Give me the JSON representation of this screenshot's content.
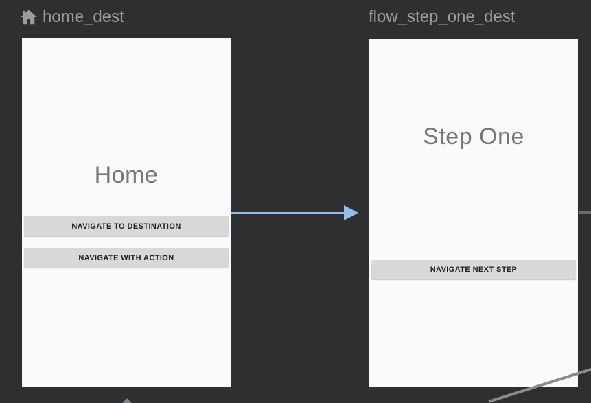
{
  "home": {
    "label": "home_dest",
    "title": "Home",
    "buttons": {
      "navigate_to_destination": "NAVIGATE TO DESTINATION",
      "navigate_with_action": "NAVIGATE WITH ACTION"
    }
  },
  "step_one": {
    "label": "flow_step_one_dest",
    "title": "Step One",
    "buttons": {
      "navigate_next_step": "NAVIGATE NEXT STEP"
    }
  },
  "icons": {
    "start_destination": "home-icon"
  },
  "colors": {
    "background": "#2d2f31",
    "card_background": "#fafafa",
    "header_text": "#9a9ea0",
    "screen_title_text": "#767676",
    "button_background": "#d8d8d8",
    "button_text": "#1f1f1f",
    "action_arrow_selected": "#97bdf0",
    "edge_line": "#7e8284"
  }
}
